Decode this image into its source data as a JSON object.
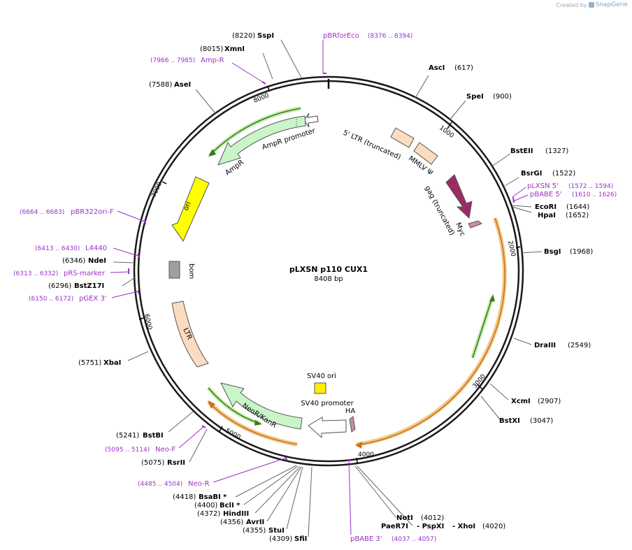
{
  "brand": {
    "created_by": "Created by",
    "product": "SnapGene"
  },
  "plasmid": {
    "name": "pLXSN p110 CUX1",
    "length_label": "8408 bp",
    "length": 8408
  },
  "ticks": [
    {
      "pos": 1000,
      "label": "1000"
    },
    {
      "pos": 2000,
      "label": "2000"
    },
    {
      "pos": 3000,
      "label": "3000"
    },
    {
      "pos": 4000,
      "label": "4000"
    },
    {
      "pos": 5000,
      "label": "5000"
    },
    {
      "pos": 6000,
      "label": "6000"
    },
    {
      "pos": 7000,
      "label": "7000"
    },
    {
      "pos": 8000,
      "label": "8000"
    }
  ],
  "enzymes": [
    {
      "id": "sspi",
      "name": "SspI",
      "pos": "(8220)"
    },
    {
      "id": "xmni",
      "name": "XmnI",
      "pos": "(8015)"
    },
    {
      "id": "asei",
      "name": "AseI",
      "pos": "(7588)"
    },
    {
      "id": "asci",
      "name": "AscI",
      "pos": "(617)"
    },
    {
      "id": "spei",
      "name": "SpeI",
      "pos": "(900)"
    },
    {
      "id": "bsteii",
      "name": "BstEII",
      "pos": "(1327)"
    },
    {
      "id": "bsrgi",
      "name": "BsrGI",
      "pos": "(1522)"
    },
    {
      "id": "ecori",
      "name": "EcoRI",
      "pos": "(1644)"
    },
    {
      "id": "hpai",
      "name": "HpaI",
      "pos": "(1652)"
    },
    {
      "id": "bsgi",
      "name": "BsgI",
      "pos": "(1968)"
    },
    {
      "id": "draiii",
      "name": "DraIII",
      "pos": "(2549)"
    },
    {
      "id": "xcmi",
      "name": "XcmI",
      "pos": "(2907)"
    },
    {
      "id": "bstxi",
      "name": "BstXI",
      "pos": "(3047)"
    },
    {
      "id": "ndei",
      "name": "NdeI",
      "pos": "(6346)"
    },
    {
      "id": "bstz17i",
      "name": "BstZ17I",
      "pos": "(6296)"
    },
    {
      "id": "xbai",
      "name": "XbaI",
      "pos": "(5751)"
    },
    {
      "id": "bstbi",
      "name": "BstBI",
      "pos": "(5241)"
    },
    {
      "id": "rsrii",
      "name": "RsrII",
      "pos": "(5075)"
    },
    {
      "id": "bsabi",
      "name": "BsaBI *",
      "pos": "(4418)"
    },
    {
      "id": "bcli",
      "name": "BclI *",
      "pos": "(4400)"
    },
    {
      "id": "hindiii",
      "name": "HindIII",
      "pos": "(4372)"
    },
    {
      "id": "avrii",
      "name": "AvrII",
      "pos": "(4356)"
    },
    {
      "id": "stui",
      "name": "StuI",
      "pos": "(4355)"
    },
    {
      "id": "sfii",
      "name": "SfiI",
      "pos": "(4309)"
    },
    {
      "id": "noti",
      "name": "NotI",
      "pos": "(4012)"
    },
    {
      "id": "paer7i",
      "name": "PaeR7I",
      "sep1": "- PspXI",
      "sep2": "- XhoI",
      "pos": "(4020)"
    }
  ],
  "primers": [
    {
      "id": "pbrforeco",
      "name": "pBRforEco",
      "range": "(8376 .. 8394)"
    },
    {
      "id": "ampr",
      "name": "Amp-R",
      "range": "(7966 .. 7985)"
    },
    {
      "id": "plxsn5",
      "name": "pLXSN 5'",
      "range": "(1572 .. 1594)"
    },
    {
      "id": "pbabe5",
      "name": "pBABE 5'",
      "range": "(1610 .. 1626)"
    },
    {
      "id": "pbr322ori",
      "name": "pBR322ori-F",
      "range": "(6664 .. 6683)"
    },
    {
      "id": "l4440",
      "name": "L4440",
      "range": "(6413 .. 6430)"
    },
    {
      "id": "prsmarker",
      "name": "pRS-marker",
      "range": "(6313 .. 6332)"
    },
    {
      "id": "pgex3",
      "name": "pGEX 3'",
      "range": "(6150 .. 6172)"
    },
    {
      "id": "neof",
      "name": "Neo-F",
      "range": "(5095 .. 5114)"
    },
    {
      "id": "neor",
      "name": "Neo-R",
      "range": "(4485 .. 4504)"
    },
    {
      "id": "pbabe3",
      "name": "pBABE 3'",
      "range": "(4037 .. 4057)"
    }
  ],
  "features": [
    {
      "id": "ampr_promoter",
      "label": "AmpR promoter"
    },
    {
      "id": "ampr",
      "label": "AmpR"
    },
    {
      "id": "ori",
      "label": "ori"
    },
    {
      "id": "bom",
      "label": "bom"
    },
    {
      "id": "ltr",
      "label": "LTR"
    },
    {
      "id": "neor_kanr",
      "label": "NeoR/KanR"
    },
    {
      "id": "sv40_ori",
      "label": "SV40 ori"
    },
    {
      "id": "sv40_promoter",
      "label": "SV40 promoter"
    },
    {
      "id": "ha",
      "label": "HA"
    },
    {
      "id": "ltr5",
      "label": "5' LTR (truncated)"
    },
    {
      "id": "mmlv_psi",
      "label": "MMLV Ψ"
    },
    {
      "id": "gag",
      "label": "gag (truncated)"
    },
    {
      "id": "myc",
      "label": "Myc"
    }
  ],
  "colors": {
    "backbone": "#1a1a1a",
    "enzyme": "#000000",
    "primer": "#9b30c8",
    "ampr": "#c9f5c9",
    "ori": "#ffff00",
    "bom": "#9aa0a6",
    "ltr": "#fcdcc0",
    "gag": "#9b2c62",
    "myc": "#c88aa8",
    "sv40_ori": "#ffee00",
    "orange_hl": "#e8a535",
    "green_hl": "#3a7a1a"
  }
}
